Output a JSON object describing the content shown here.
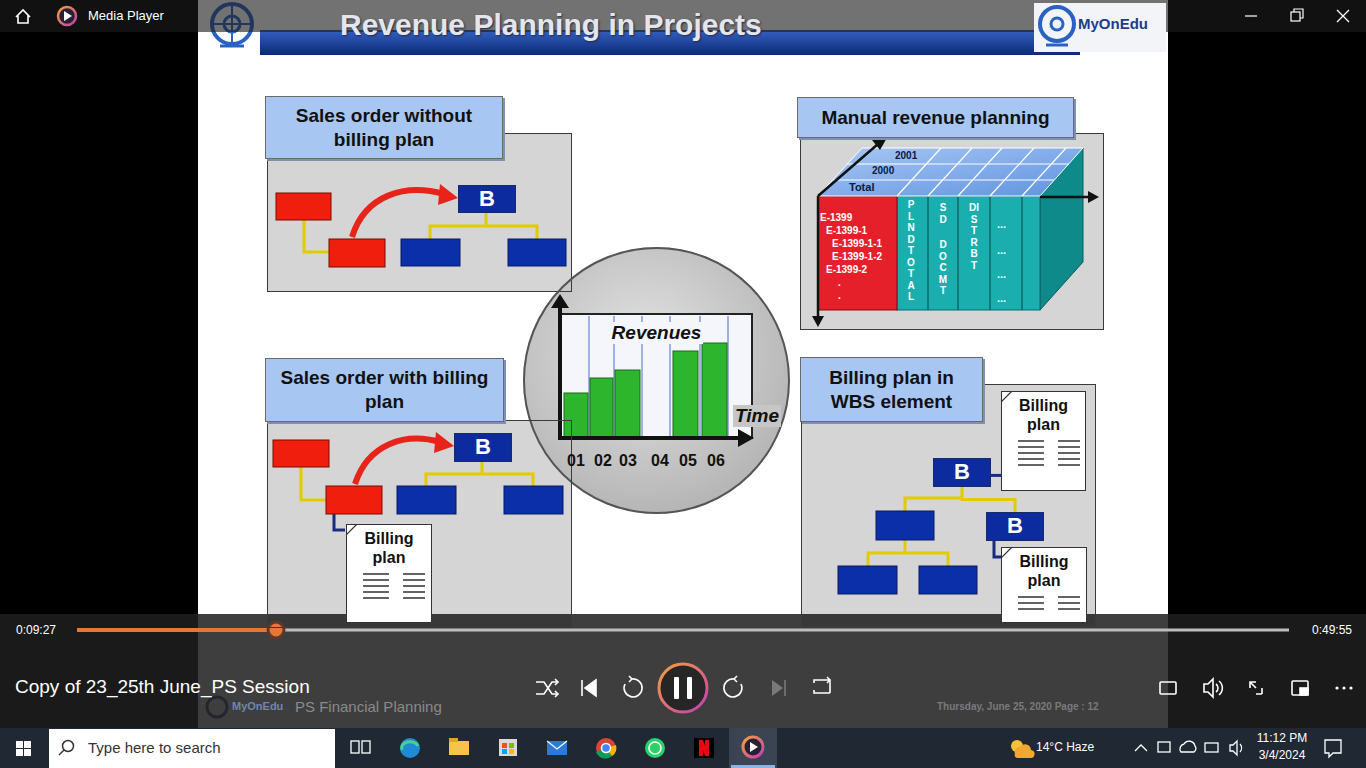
{
  "diagram": {
    "title": "Revenue Planning in Projects",
    "nodes": [
      {
        "text": [
          "Sales order without billing plan"
        ]
      },
      {
        "text": [
          "B"
        ],
        "in": 0
      },
      {
        "text": [
          "Manual revenue planning"
        ]
      },
      {
        "text": [
          "Revenues",
          "Time"
        ]
      },
      {
        "text": [
          "Sales order with billing plan"
        ]
      },
      {
        "text": [
          "B"
        ],
        "in": 4
      },
      {
        "text": [
          "Billing plan"
        ],
        "in": 4
      },
      {
        "text": [
          "Billing plan in WBS element"
        ]
      },
      {
        "text": [
          "Billing plan"
        ],
        "in": 7
      },
      {
        "text": [
          "B"
        ],
        "in": 7
      },
      {
        "text": [
          "B"
        ],
        "in": 7
      },
      {
        "text": [
          "Billing plan"
        ],
        "in": 7
      }
    ],
    "edges": [
      {
        "from": 9,
        "to": 10,
        "arrow": "none"
      },
      {
        "from": 9,
        "to": 8,
        "arrow": "none"
      },
      {
        "from": 10,
        "to": 11,
        "arrow": "none"
      }
    ],
    "labels": [
      "Media Player",
      "MyOnEdu",
      "2001",
      "2000",
      "Total",
      "E-1399",
      "E-1399-1",
      "E-1399-1-1",
      "E-1399-1-2",
      "E-1399-2",
      ".",
      ".",
      "PLNDTOTAL",
      "SD",
      "DOCMT",
      "DISTRBT",
      "...",
      "...",
      "...",
      "...",
      "01",
      "02",
      "03",
      "04",
      "05",
      "06",
      "0:09:27",
      "0:49:55",
      "Copy of 23_25th June_PS Session",
      "MyOnEdu",
      "PS Financial Planning",
      "Thursday, June 25, 2020 Page : 12",
      "Type here to search",
      "14°C Haze",
      "11:12 PM",
      "3/4/2024"
    ]
  }
}
